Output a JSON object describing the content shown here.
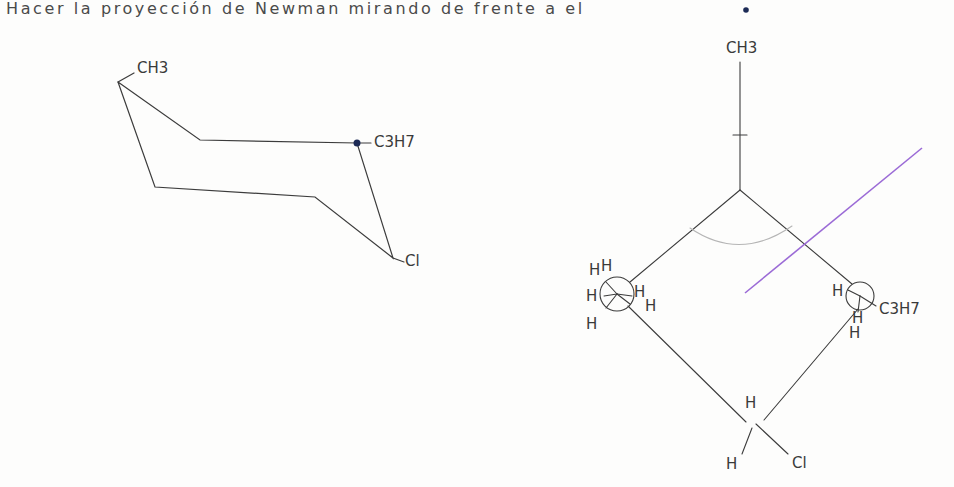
{
  "diagram": {
    "title": "Hacer la proyección de Newman mirando de frente a el",
    "labels": [
      "CH3",
      "C3H7",
      "Cl",
      "CH3",
      "H",
      "H",
      "H",
      "H",
      "H",
      "H",
      "H",
      "H",
      "H",
      "C3H7",
      "H",
      "H",
      "Cl"
    ]
  }
}
